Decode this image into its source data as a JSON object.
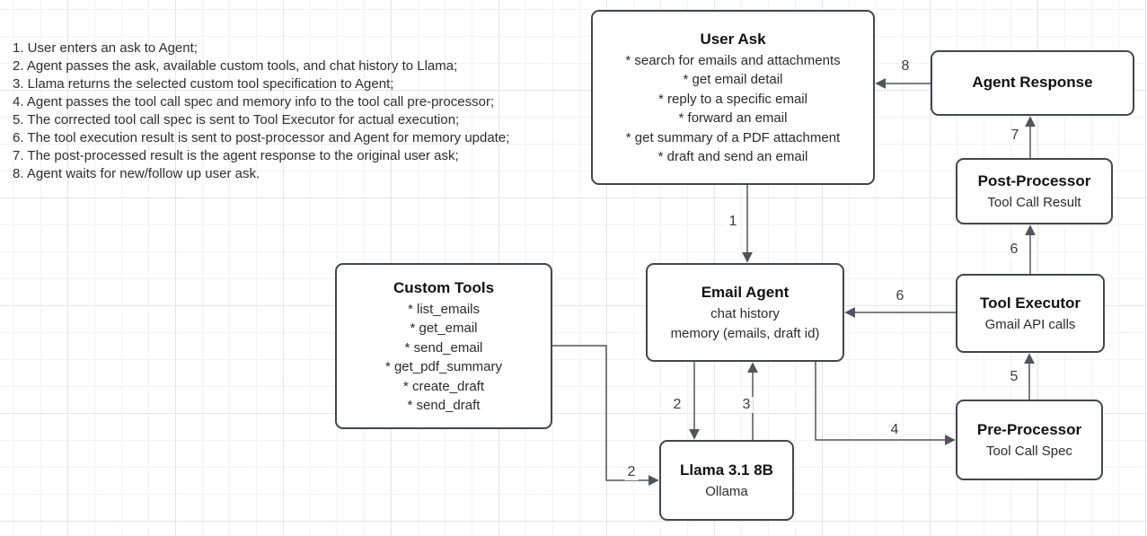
{
  "notes": {
    "items": [
      "1. User enters an ask to Agent;",
      "2. Agent passes the ask, available custom tools, and chat history to Llama;",
      "3. Llama returns the selected custom tool specification to Agent;",
      "4. Agent passes the tool call spec and memory info to the tool call pre-processor;",
      "5. The corrected tool call spec is sent to Tool Executor for actual execution;",
      "6. The tool execution result is sent to post-processor and Agent for memory update;",
      "7. The post-processed result is the agent response to the original user ask;",
      "8. Agent waits for new/follow up user ask."
    ]
  },
  "nodes": {
    "user_ask": {
      "title": "User Ask",
      "lines": [
        "* search for emails and attachments",
        "* get email detail",
        "* reply to a specific email",
        "* forward an email",
        "* get summary of a PDF attachment",
        "* draft and send an email"
      ]
    },
    "agent_response": {
      "title": "Agent Response"
    },
    "post_processor": {
      "title": "Post-Processor",
      "subtitle": "Tool Call Result"
    },
    "tool_executor": {
      "title": "Tool Executor",
      "subtitle": "Gmail API calls"
    },
    "pre_processor": {
      "title": "Pre-Processor",
      "subtitle": "Tool Call Spec"
    },
    "email_agent": {
      "title": "Email Agent",
      "lines": [
        "chat history",
        "memory (emails, draft id)"
      ]
    },
    "custom_tools": {
      "title": "Custom Tools",
      "lines": [
        "* list_emails",
        "* get_email",
        "* send_email",
        "* get_pdf_summary",
        "* create_draft",
        "* send_draft"
      ]
    },
    "llama": {
      "title": "Llama 3.1 8B",
      "subtitle": "Ollama"
    }
  },
  "edge_labels": {
    "step1": "1",
    "step2_agent_to_llama": "2",
    "step2_tools_to_llama": "2",
    "step3": "3",
    "step4": "4",
    "step5": "5",
    "step6_to_post_processor": "6",
    "step6_to_agent": "6",
    "step7": "7",
    "step8": "8"
  },
  "colors": {
    "node_border": "#42464d",
    "arrow": "#50555c",
    "text": "#2b2b2b",
    "grid_minor": "#f2f2f2",
    "grid_major": "#e4e4e4",
    "background": "#ffffff"
  }
}
